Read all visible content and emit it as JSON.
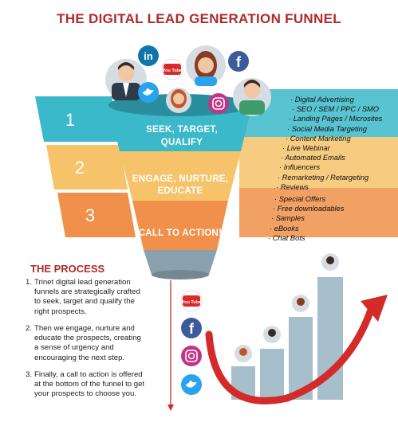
{
  "title": "THE DIGITAL LEAD GENERATION FUNNEL",
  "colors": {
    "title": "#b02a2a",
    "stage1": "#3bb8c9",
    "stage2": "#f7c36a",
    "stage3": "#f0904a",
    "funnel_tip": "#8aa0ad",
    "bars": "#a7bfca",
    "arrow": "#d42a2a"
  },
  "stages": [
    {
      "number": "1",
      "label_lines": [
        "SEEK, TARGET,",
        "QUALIFY"
      ],
      "items": [
        "Digital Advertising",
        "SEO / SEM / PPC / SMO",
        "Landing Pages / Microsites",
        "Social Media Targeting",
        "Content Marketing"
      ]
    },
    {
      "number": "2",
      "label_lines": [
        "ENGAGE, NURTURE,",
        "EDUCATE"
      ],
      "items": [
        "Live Webinar",
        "Automated Emails",
        "Influencers",
        "Remarketing / Retargeting",
        "Reviews"
      ]
    },
    {
      "number": "3",
      "label_lines": [
        "CALL TO ACTION!"
      ],
      "items": [
        "Special Offers",
        "Free downloadables",
        "Samples",
        "eBooks",
        "Chat Bots"
      ]
    }
  ],
  "process": {
    "title": "THE PROCESS",
    "steps": [
      {
        "n": "1.",
        "text": "Trinet digital lead generation funnels are strategically crafted to seek, target and qualify the right prospects."
      },
      {
        "n": "2.",
        "text": "Then we engage, nurture and educate the prospects, creating a sense of urgency and encouraging the next step."
      },
      {
        "n": "3.",
        "text": "Finally, a call to action is offered at the bottom of the funnel to get your prospects to choose you."
      }
    ]
  },
  "social_icons": [
    {
      "name": "youtube-icon",
      "text": "You Tube",
      "color": "#d92a2a"
    },
    {
      "name": "facebook-icon",
      "text": "f",
      "color": "#3b5b9a"
    },
    {
      "name": "instagram-icon",
      "text": "",
      "color": "#c13584"
    },
    {
      "name": "twitter-icon",
      "text": "",
      "color": "#2aa3ef"
    }
  ],
  "top_icons": [
    {
      "name": "linkedin-icon",
      "text": "in",
      "color": "#0e76a8"
    },
    {
      "name": "youtube-icon",
      "text": "You Tube",
      "color": "#d92a2a"
    },
    {
      "name": "facebook-icon",
      "text": "f",
      "color": "#3b5b9a"
    },
    {
      "name": "twitter-icon",
      "text": "",
      "color": "#2aa3ef"
    },
    {
      "name": "instagram-icon",
      "text": "",
      "color": "#c13584"
    }
  ]
}
